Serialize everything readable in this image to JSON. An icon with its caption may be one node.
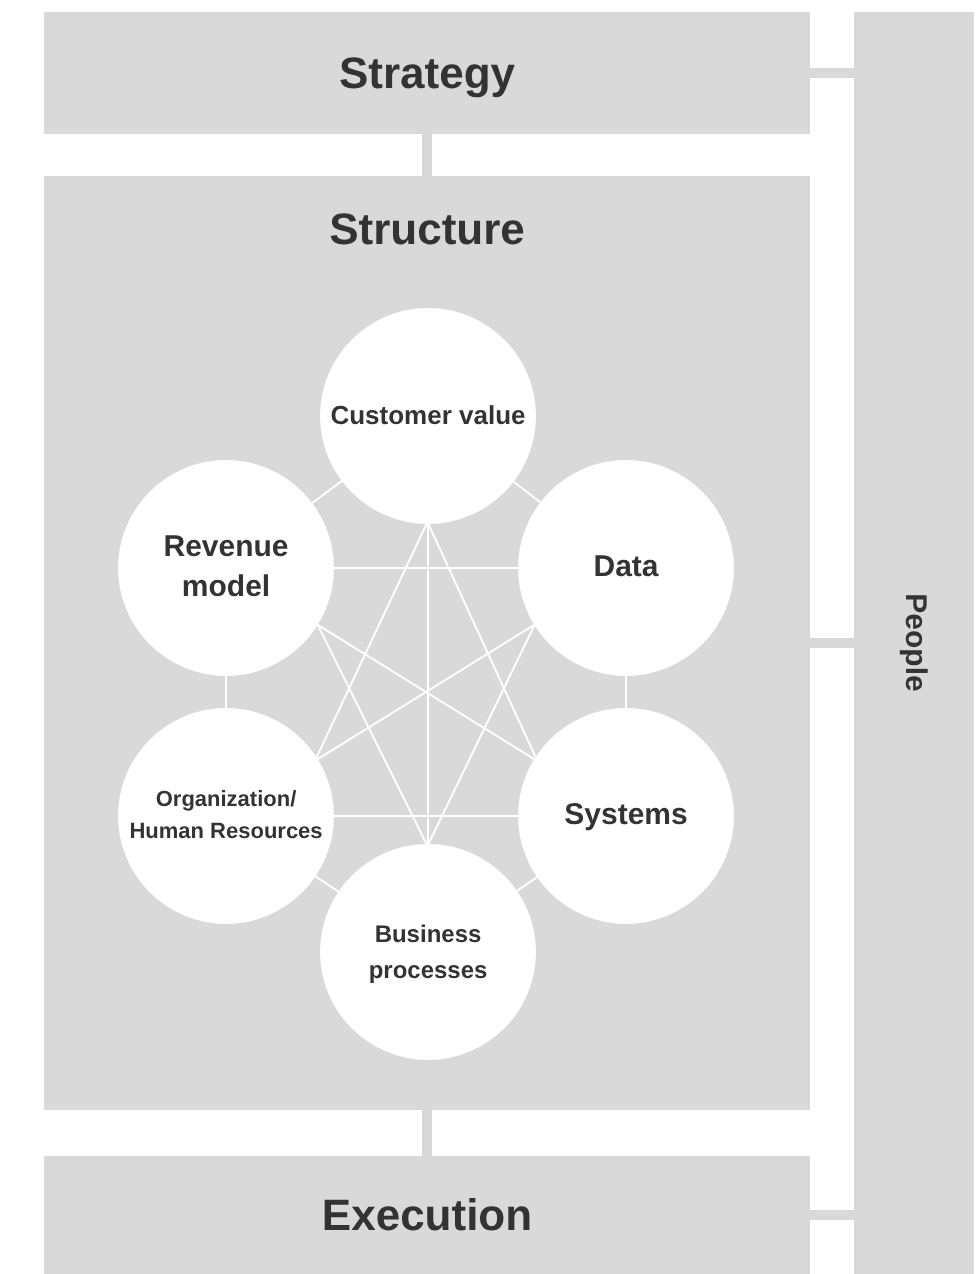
{
  "diagram": {
    "nodes": [
      {
        "text": [
          "Strategy"
        ]
      },
      {
        "text": [
          "Structure"
        ]
      },
      {
        "text": [
          "Customer value"
        ],
        "in": 1
      },
      {
        "text": [
          "Revenue model"
        ],
        "in": 1
      },
      {
        "text": [
          "Data"
        ],
        "in": 1
      },
      {
        "text": [
          "Organization/ Human Resources"
        ],
        "in": 1
      },
      {
        "text": [
          "Systems"
        ],
        "in": 1
      },
      {
        "text": [
          "Business processes"
        ],
        "in": 1
      },
      {
        "text": [
          "Execution"
        ]
      },
      {
        "text": [
          "People"
        ]
      }
    ],
    "edges": [
      {
        "from": 0,
        "to": 1,
        "arrow": "none",
        "style": "thick",
        "color": "#d9d9d9"
      },
      {
        "from": 1,
        "to": 8,
        "arrow": "none",
        "style": "thick",
        "color": "#d9d9d9"
      },
      {
        "from": 0,
        "to": 9,
        "arrow": "none",
        "style": "thick",
        "color": "#d9d9d9"
      },
      {
        "from": 1,
        "to": 9,
        "arrow": "none",
        "style": "thick",
        "color": "#d9d9d9"
      },
      {
        "from": 8,
        "to": 9,
        "arrow": "none",
        "style": "thick",
        "color": "#d9d9d9"
      },
      {
        "from": 2,
        "to": 3,
        "arrow": "none"
      },
      {
        "from": 2,
        "to": 4,
        "arrow": "none"
      },
      {
        "from": 2,
        "to": 5,
        "arrow": "none"
      },
      {
        "from": 2,
        "to": 6,
        "arrow": "none"
      },
      {
        "from": 2,
        "to": 7,
        "arrow": "none"
      },
      {
        "from": 3,
        "to": 4,
        "arrow": "none"
      },
      {
        "from": 3,
        "to": 5,
        "arrow": "none"
      },
      {
        "from": 3,
        "to": 6,
        "arrow": "none"
      },
      {
        "from": 3,
        "to": 7,
        "arrow": "none"
      },
      {
        "from": 4,
        "to": 5,
        "arrow": "none"
      },
      {
        "from": 4,
        "to": 6,
        "arrow": "none"
      },
      {
        "from": 4,
        "to": 7,
        "arrow": "none"
      },
      {
        "from": 5,
        "to": 6,
        "arrow": "none"
      },
      {
        "from": 5,
        "to": 7,
        "arrow": "none"
      },
      {
        "from": 6,
        "to": 7,
        "arrow": "none"
      }
    ]
  }
}
